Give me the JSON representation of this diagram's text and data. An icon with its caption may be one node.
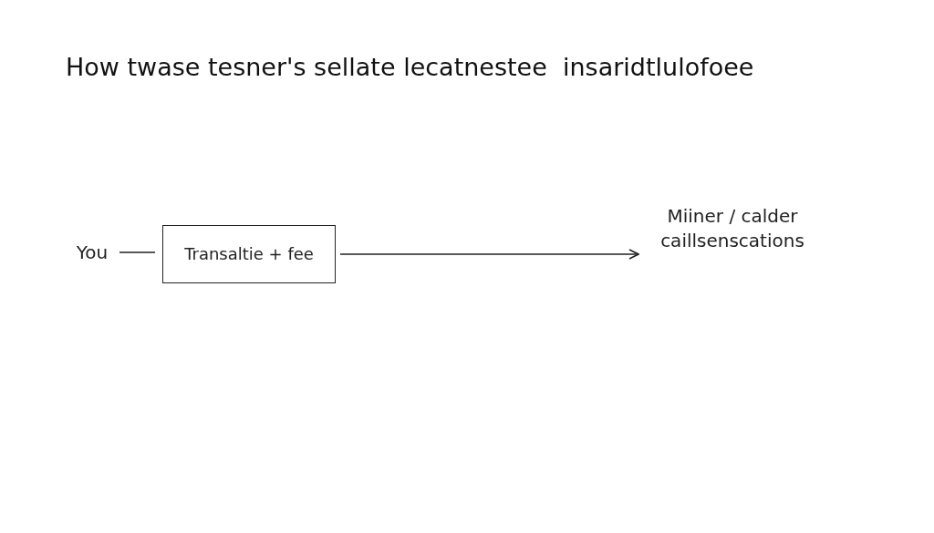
{
  "diagram": {
    "title": "How twase tesner's sellate lecatnestee  insaridtlulofoee",
    "nodes": [
      {
        "text": [
          "You"
        ]
      },
      {
        "text": [
          "Transaltie + fee"
        ]
      },
      {
        "text": [
          "Miiner / calder caillsenscations"
        ]
      }
    ],
    "edges": [
      {
        "from": 0,
        "to": 1,
        "arrow": "none"
      },
      {
        "from": 1,
        "to": 2,
        "arrow": "to"
      }
    ]
  }
}
